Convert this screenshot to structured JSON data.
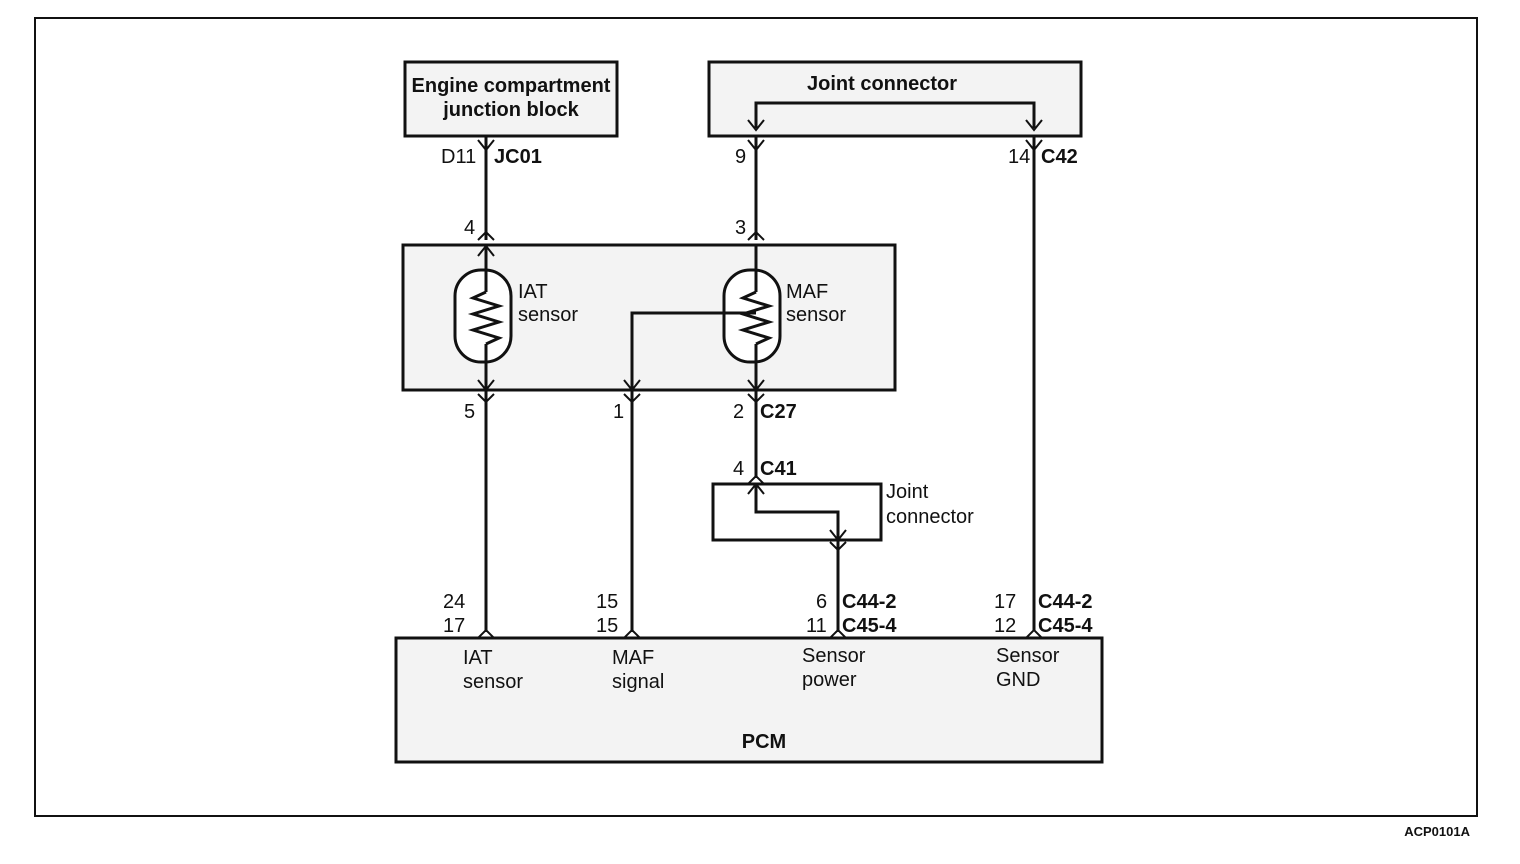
{
  "boxes": {
    "engine_block": {
      "line1": "Engine compartment",
      "line2": "junction block"
    },
    "joint_top": {
      "label": "Joint connector"
    },
    "sensor_module": {
      "iat_line1": "IAT",
      "iat_line2": "sensor",
      "maf_line1": "MAF",
      "maf_line2": "sensor"
    },
    "joint_small": {
      "line1": "Joint",
      "line2": "connector"
    },
    "pcm": {
      "title": "PCM",
      "iat_line1": "IAT",
      "iat_line2": "sensor",
      "maf_line1": "MAF",
      "maf_line2": "signal",
      "power_line1": "Sensor",
      "power_line2": "power",
      "gnd_line1": "Sensor",
      "gnd_line2": "GND"
    }
  },
  "pins": {
    "d11": "D11",
    "jc01": "JC01",
    "p9": "9",
    "p14": "14",
    "c42": "C42",
    "p4": "4",
    "p3": "3",
    "p5": "5",
    "p1": "1",
    "p2": "2",
    "c27": "C27",
    "p4b": "4",
    "c41": "C41",
    "p24": "24",
    "p17a": "17",
    "p15a": "15",
    "p15b": "15",
    "p6": "6",
    "c44_2a": "C44-2",
    "p11": "11",
    "c45_4a": "C45-4",
    "p17b": "17",
    "c44_2b": "C44-2",
    "p12": "12",
    "c45_4b": "C45-4"
  },
  "figure_code": "ACP0101A"
}
